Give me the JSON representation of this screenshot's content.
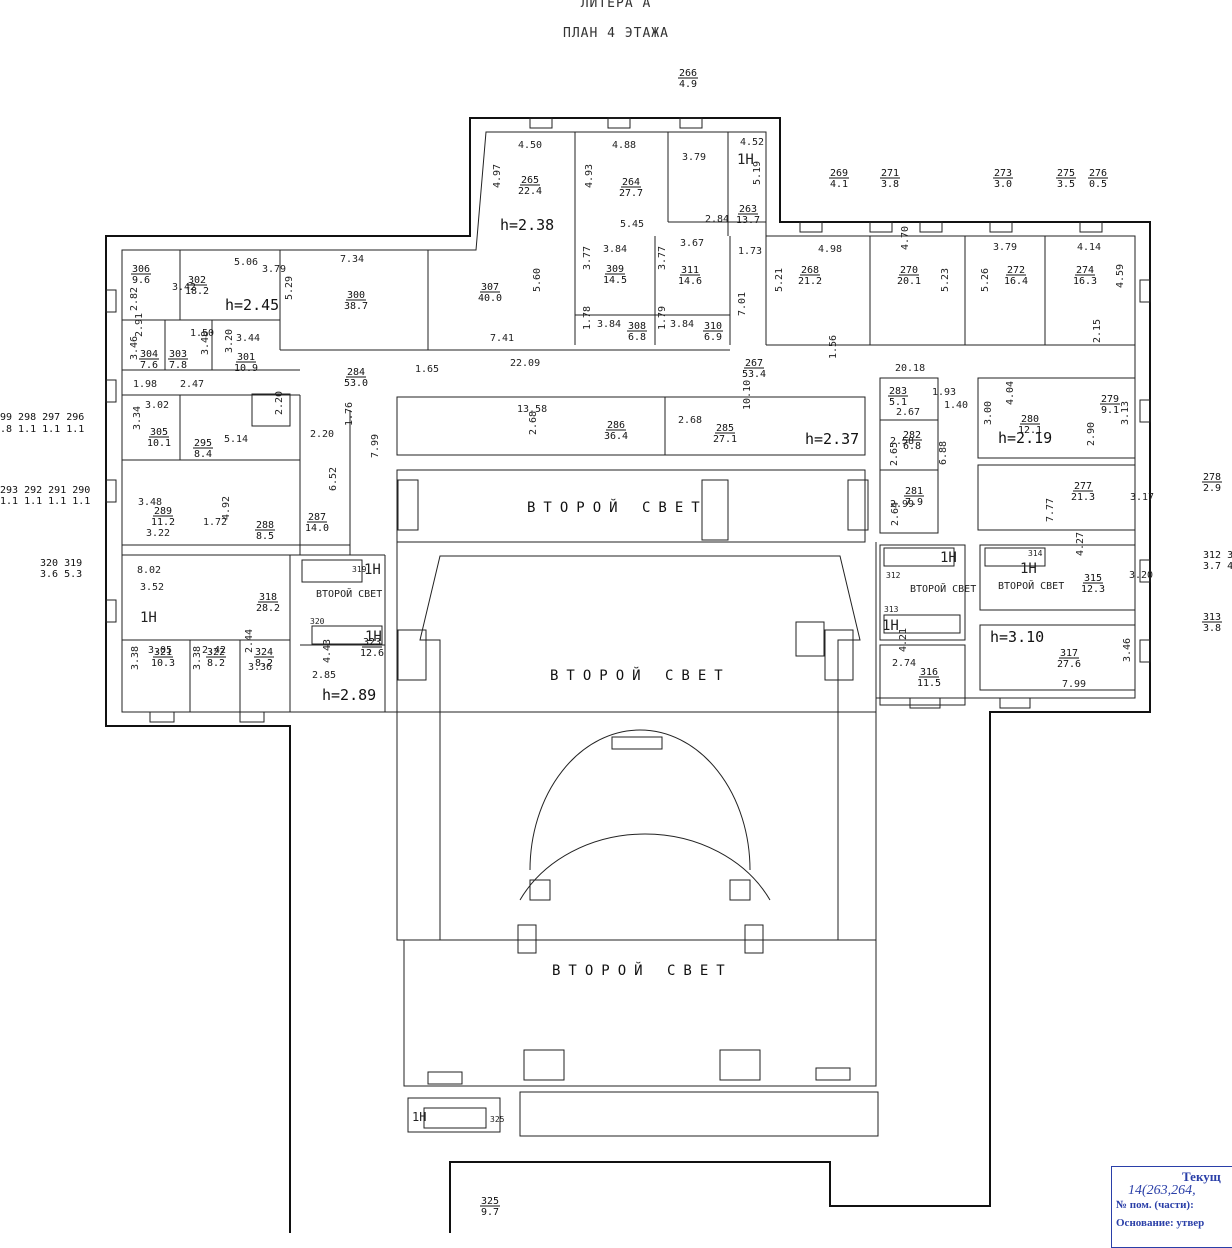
{
  "header": {
    "litera": "ЛИТЕРА А",
    "plan": "ПЛАН 4 ЭТАЖА"
  },
  "second_light": "ВТОРОЙ СВЕТ",
  "rooms": [
    {
      "n": "266",
      "a": "4.9"
    },
    {
      "n": "265",
      "a": "22.4"
    },
    {
      "n": "264",
      "a": "27.7"
    },
    {
      "n": "263",
      "a": "13.7"
    },
    {
      "n": "269",
      "a": "4.1"
    },
    {
      "n": "271",
      "a": "3.8"
    },
    {
      "n": "273",
      "a": "3.0"
    },
    {
      "n": "275",
      "a": "3.5"
    },
    {
      "n": "276",
      "a": "0.5"
    },
    {
      "n": "306",
      "a": "9.6"
    },
    {
      "n": "302",
      "a": "18.2"
    },
    {
      "n": "300",
      "a": "38.7"
    },
    {
      "n": "307",
      "a": "40.0"
    },
    {
      "n": "309",
      "a": "14.5"
    },
    {
      "n": "311",
      "a": "14.6"
    },
    {
      "n": "268",
      "a": "21.2"
    },
    {
      "n": "270",
      "a": "20.1"
    },
    {
      "n": "272",
      "a": "16.4"
    },
    {
      "n": "274",
      "a": "16.3"
    },
    {
      "n": "308",
      "a": "6.8"
    },
    {
      "n": "310",
      "a": "6.9"
    },
    {
      "n": "304",
      "a": "7.6"
    },
    {
      "n": "303",
      "a": "7.8"
    },
    {
      "n": "301",
      "a": "10.9"
    },
    {
      "n": "284",
      "a": "53.0"
    },
    {
      "n": "267",
      "a": "53.4"
    },
    {
      "n": "305",
      "a": "10.1"
    },
    {
      "n": "295",
      "a": "8.4"
    },
    {
      "n": "286",
      "a": "36.4"
    },
    {
      "n": "285",
      "a": "27.1"
    },
    {
      "n": "283",
      "a": "5.1"
    },
    {
      "n": "280",
      "a": "12.1"
    },
    {
      "n": "279",
      "a": "9.1"
    },
    {
      "n": "282",
      "a": "6.8"
    },
    {
      "n": "289",
      "a": "11.2"
    },
    {
      "n": "288",
      "a": "8.5"
    },
    {
      "n": "287",
      "a": "14.0"
    },
    {
      "n": "281",
      "a": "7.9"
    },
    {
      "n": "277",
      "a": "21.3"
    },
    {
      "n": "278",
      "a": "2.9"
    },
    {
      "n": "318",
      "a": "28.2"
    },
    {
      "n": "315",
      "a": "12.3"
    },
    {
      "n": "313",
      "a": "3.8"
    },
    {
      "n": "321",
      "a": "10.3"
    },
    {
      "n": "322",
      "a": "8.2"
    },
    {
      "n": "324",
      "a": "8.2"
    },
    {
      "n": "323",
      "a": "12.6"
    },
    {
      "n": "316",
      "a": "11.5"
    },
    {
      "n": "317",
      "a": "27.6"
    },
    {
      "n": "325",
      "a": "9.7"
    }
  ],
  "heights": [
    "h=2.38",
    "h=2.45",
    "h=2.37",
    "h=2.19",
    "h=2.89",
    "h=3.10"
  ],
  "side_labels": {
    "left1_top": "99 298 297 296",
    "left1_bot": ".8  1.1  1.1  1.1",
    "left2_top": "293 292 291 290",
    "left2_bot": "1.1 1.1 1.1 1.1",
    "left3_top": "320 319",
    "left3_bot": "3.6  5.3",
    "right_top": "312 3",
    "right_bot": "3.7 4"
  },
  "dims": [
    "4.50",
    "4.88",
    "4.52",
    "3.79",
    "4.97",
    "4.93",
    "5.19",
    "5.45",
    "2.84",
    "5.06",
    "7.34",
    "3.79",
    "5.29",
    "5.60",
    "3.84",
    "3.67",
    "3.77",
    "3.77",
    "4.98",
    "4.70",
    "3.79",
    "4.14",
    "1.73",
    "5.21",
    "5.23",
    "5.26",
    "4.59",
    "7.01",
    "3.84",
    "3.84",
    "1.78",
    "1.79",
    "2.82",
    "3.42",
    "2.91",
    "1.50",
    "3.44",
    "3.46",
    "3.48",
    "3.20",
    "1.98",
    "2.47",
    "7.41",
    "22.09",
    "1.65",
    "2.15",
    "20.18",
    "1.56",
    "3.02",
    "13.58",
    "10.10",
    "2.68",
    "2.68",
    "3.34",
    "5.14",
    "2.20",
    "2.20",
    "1.76",
    "7.99",
    "2.67",
    "1.40",
    "1.93",
    "4.04",
    "3.00",
    "3.13",
    "2.90",
    "2.58",
    "2.65",
    "6.88",
    "3.48",
    "1.72",
    "4.92",
    "3.22",
    "6.52",
    "2.99",
    "2.64",
    "3.17",
    "7.77",
    "8.02",
    "3.52",
    "4.27",
    "3.20",
    "3.05",
    "2.42",
    "2.44",
    "3.38",
    "3.38",
    "3.36",
    "4.43",
    "2.85",
    "4.21",
    "2.74",
    "3.46",
    "7.99"
  ],
  "marks": {
    "one_n": "1Н",
    "s312": "312",
    "s313": "313",
    "s314": "314",
    "s320": "320",
    "s319": "319",
    "s325": "325"
  },
  "stamp": {
    "title": "Текущ",
    "handwritten": "14(263,264,",
    "line1": "№ пом. (части):",
    "line2": "Основание: утвер"
  }
}
